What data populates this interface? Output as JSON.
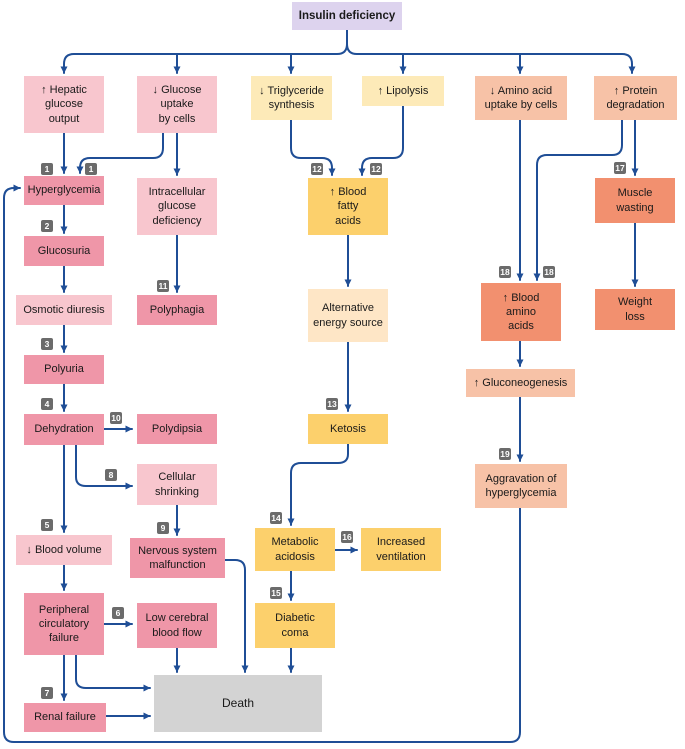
{
  "colors": {
    "arrow": "#1f4e96",
    "top_box": "#ddd3ee",
    "pink_light": "#f8c6ce",
    "pink_dark": "#ef96a8",
    "yellow_light": "#fdeab8",
    "yellow_mid": "#fee6c6",
    "yellow_dark": "#fcd06c",
    "orange_light": "#f7c2a7",
    "orange_dark": "#f2906f",
    "gray": "#d3d3d3",
    "badge": "#6b6b6b"
  },
  "boxes": [
    {
      "id": "insulin-deficiency",
      "text": "Insulin deficiency",
      "color": "top_box"
    },
    {
      "id": "hepatic-glucose-output",
      "text": "↑ Hepatic\nglucose\noutput",
      "color": "pink_light"
    },
    {
      "id": "glucose-uptake",
      "text": "↓ Glucose\nuptake\nby cells",
      "color": "pink_light"
    },
    {
      "id": "triglyceride-synthesis",
      "text": "↓ Triglyceride\nsynthesis",
      "color": "yellow_light"
    },
    {
      "id": "lipolysis",
      "text": "↑ Lipolysis",
      "color": "yellow_light"
    },
    {
      "id": "amino-acid-uptake",
      "text": "↓ Amino acid\nuptake by cells",
      "color": "orange_light"
    },
    {
      "id": "protein-degradation",
      "text": "↑ Protein\ndegradation",
      "color": "orange_light"
    },
    {
      "id": "hyperglycemia",
      "text": "Hyperglycemia",
      "color": "pink_dark"
    },
    {
      "id": "intracellular-glucose-deficiency",
      "text": "Intracellular\nglucose\ndeficiency",
      "color": "pink_light"
    },
    {
      "id": "blood-fatty-acids",
      "text": "↑ Blood\nfatty\nacids",
      "color": "yellow_dark"
    },
    {
      "id": "muscle-wasting",
      "text": "Muscle\nwasting",
      "color": "orange_dark"
    },
    {
      "id": "glucosuria",
      "text": "Glucosuria",
      "color": "pink_dark"
    },
    {
      "id": "blood-amino-acids",
      "text": "↑ Blood\namino\nacids",
      "color": "orange_dark"
    },
    {
      "id": "osmotic-diuresis",
      "text": "Osmotic diuresis",
      "color": "pink_light"
    },
    {
      "id": "polyphagia",
      "text": "Polyphagia",
      "color": "pink_dark"
    },
    {
      "id": "alternative-energy-source",
      "text": "Alternative\nenergy source",
      "color": "yellow_mid"
    },
    {
      "id": "weight-loss",
      "text": "Weight\nloss",
      "color": "orange_dark"
    },
    {
      "id": "polyuria",
      "text": "Polyuria",
      "color": "pink_dark"
    },
    {
      "id": "gluconeogenesis",
      "text": "↑ Gluconeogenesis",
      "color": "orange_light"
    },
    {
      "id": "dehydration",
      "text": "Dehydration",
      "color": "pink_dark"
    },
    {
      "id": "polydipsia",
      "text": "Polydipsia",
      "color": "pink_dark"
    },
    {
      "id": "ketosis",
      "text": "Ketosis",
      "color": "yellow_dark"
    },
    {
      "id": "cellular-shrinking",
      "text": "Cellular\nshrinking",
      "color": "pink_light"
    },
    {
      "id": "aggravation-hyperglycemia",
      "text": "Aggravation of\nhyperglycemia",
      "color": "orange_light"
    },
    {
      "id": "metabolic-acidosis",
      "text": "Metabolic\nacidosis",
      "color": "yellow_dark"
    },
    {
      "id": "increased-ventilation",
      "text": "Increased\nventilation",
      "color": "yellow_dark"
    },
    {
      "id": "blood-volume",
      "text": "↓ Blood volume",
      "color": "pink_light"
    },
    {
      "id": "nervous-system-malfunction",
      "text": "Nervous system\nmalfunction",
      "color": "pink_dark"
    },
    {
      "id": "peripheral-circulatory-failure",
      "text": "Peripheral\ncirculatory\nfailure",
      "color": "pink_dark"
    },
    {
      "id": "low-cerebral-blood-flow",
      "text": "Low cerebral\nblood flow",
      "color": "pink_dark"
    },
    {
      "id": "diabetic-coma",
      "text": "Diabetic\ncoma",
      "color": "yellow_dark"
    },
    {
      "id": "death",
      "text": "Death",
      "color": "gray"
    },
    {
      "id": "renal-failure",
      "text": "Renal failure",
      "color": "pink_dark"
    }
  ],
  "badges": [
    {
      "id": "b1a",
      "text": "1"
    },
    {
      "id": "b1b",
      "text": "1"
    },
    {
      "id": "b2",
      "text": "2"
    },
    {
      "id": "b3",
      "text": "3"
    },
    {
      "id": "b4",
      "text": "4"
    },
    {
      "id": "b5",
      "text": "5"
    },
    {
      "id": "b6",
      "text": "6"
    },
    {
      "id": "b7",
      "text": "7"
    },
    {
      "id": "b8",
      "text": "8"
    },
    {
      "id": "b9",
      "text": "9"
    },
    {
      "id": "b10",
      "text": "10"
    },
    {
      "id": "b11",
      "text": "11"
    },
    {
      "id": "b12a",
      "text": "12"
    },
    {
      "id": "b12b",
      "text": "12"
    },
    {
      "id": "b13",
      "text": "13"
    },
    {
      "id": "b14",
      "text": "14"
    },
    {
      "id": "b15",
      "text": "15"
    },
    {
      "id": "b16",
      "text": "16"
    },
    {
      "id": "b17",
      "text": "17"
    },
    {
      "id": "b18a",
      "text": "18"
    },
    {
      "id": "b18b",
      "text": "18"
    },
    {
      "id": "b19",
      "text": "19"
    }
  ]
}
